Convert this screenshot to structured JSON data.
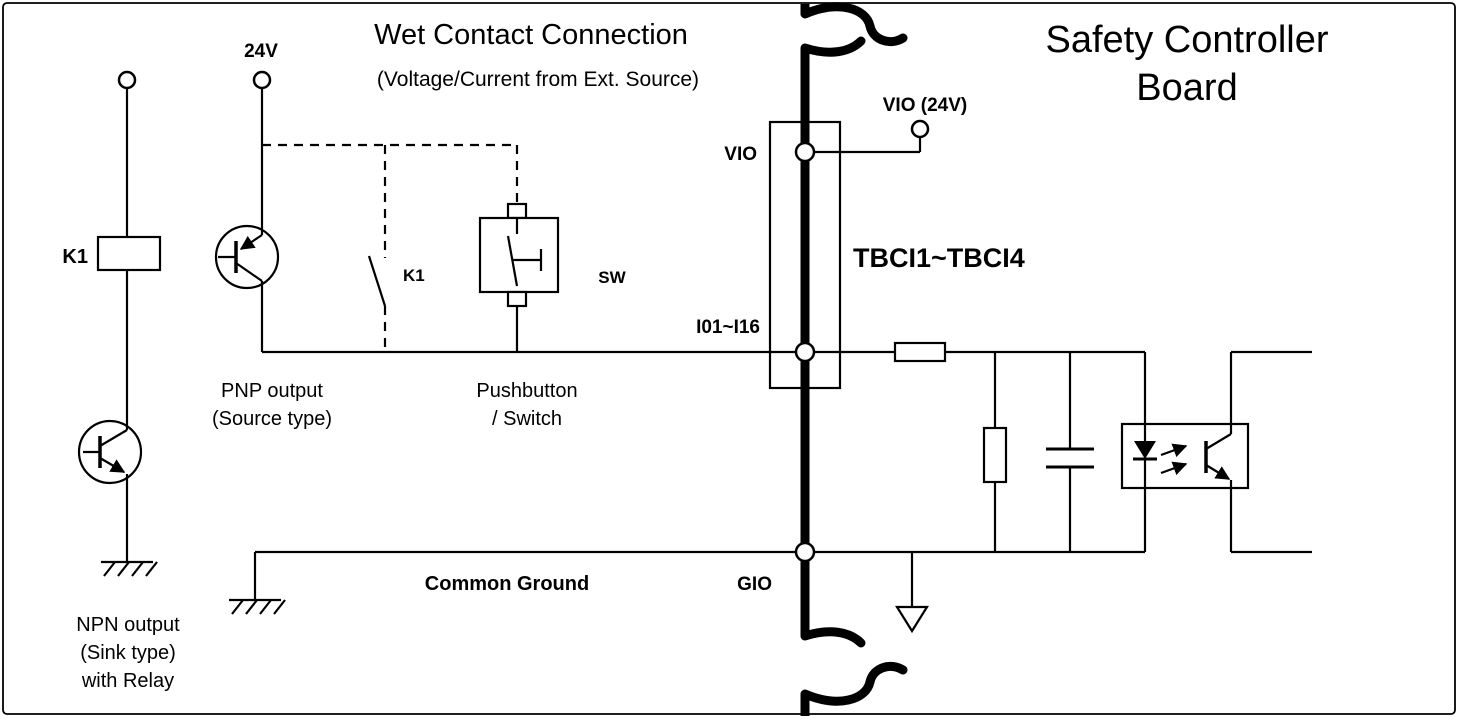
{
  "header": {
    "title": "Wet Contact Connection",
    "subtitle": "(Voltage/Current from Ext. Source)"
  },
  "board": {
    "title_line1": "Safety Controller",
    "title_line2": "Board",
    "terminal_block_label": "TBCI1~TBCI4",
    "vio_terminal_label": "VIO",
    "input_terminal_label": "I01~I16",
    "gio_terminal_label": "GIO",
    "vio_supply_label": "VIO (24V)"
  },
  "npn_branch": {
    "relay_coil_label": "K1",
    "caption_line1": "NPN output",
    "caption_line2": "(Sink type)",
    "caption_line3": "with Relay"
  },
  "pnp_branch": {
    "supply_label": "24V",
    "caption_line1": "PNP output",
    "caption_line2": "(Source type)"
  },
  "contact_branch": {
    "relay_contact_label": "K1",
    "switch_label": "SW",
    "caption_line1": "Pushbutton",
    "caption_line2": "/ Switch"
  },
  "ground": {
    "common_ground_label": "Common Ground"
  },
  "colors": {
    "line": "#000000",
    "background": "#ffffff"
  }
}
